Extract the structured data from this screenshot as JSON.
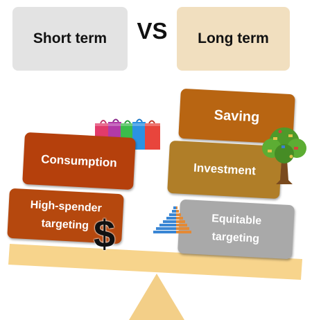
{
  "header": {
    "short_label": "Short term",
    "vs_label": "VS",
    "long_label": "Long term"
  },
  "cards": {
    "consumption": "Consumption",
    "high_spender": "High-spender\ntargeting",
    "saving": "Saving",
    "investment": "Investment",
    "equitable": "Equitable\ntargeting"
  },
  "dollar_symbol": "$",
  "icons": {
    "shopping_bags": "shopping-bags-icon",
    "money_tree": "money-tree-icon",
    "dollar": "dollar-icon",
    "population_pyramid": "population-pyramid-icon",
    "seesaw": "seesaw-icon"
  },
  "colors": {
    "short_bg": "#e3e3e3",
    "long_bg": "#f1dfbf",
    "consumption": "#b5400c",
    "high_spender": "#b5480e",
    "saving": "#b86512",
    "investment": "#b07e28",
    "equitable": "#a9a9a9",
    "beam": "#f7d48c",
    "fulcrum": "#f3cf88"
  }
}
